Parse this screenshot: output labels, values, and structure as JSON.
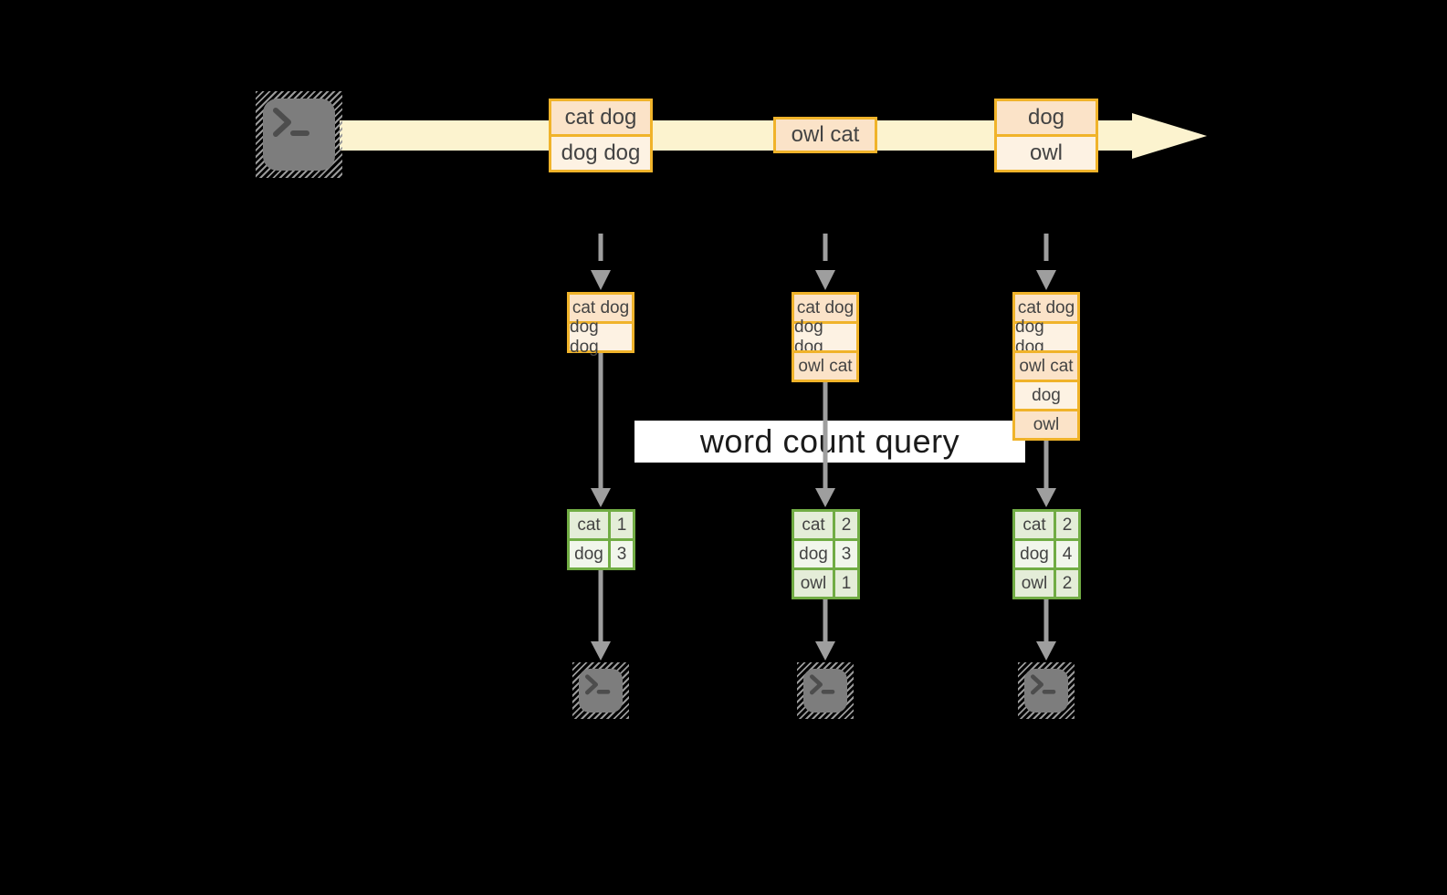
{
  "query": {
    "label": "word count query"
  },
  "colors": {
    "canvas_bg": "#000000",
    "stream_band": "#FCF3CF",
    "box_border": "#F0B32A",
    "cell_peach": "#FBE3C8",
    "cell_cream": "#FDF2E3",
    "table_border": "#71AC44",
    "cell_green": "#E4EDD8",
    "cell_green_light": "#F1F6EB",
    "connector_gray": "#9E9E9E",
    "terminal_gray": "#7D7D7D",
    "query_bg": "#FFFFFF",
    "query_text": "#1A1A1A"
  },
  "stream": {
    "source_icon": "terminal-icon",
    "batches": [
      {
        "cells": [
          "cat dog",
          "dog dog"
        ]
      },
      {
        "cells": [
          "owl cat"
        ]
      },
      {
        "cells": [
          "dog",
          "owl"
        ]
      }
    ]
  },
  "pipelines": [
    {
      "state_cells": [
        "cat dog",
        "dog dog"
      ],
      "counts": [
        {
          "word": "cat",
          "count": "1"
        },
        {
          "word": "dog",
          "count": "3"
        }
      ],
      "sink_icon": "terminal-icon"
    },
    {
      "state_cells": [
        "cat dog",
        "dog dog",
        "owl cat"
      ],
      "counts": [
        {
          "word": "cat",
          "count": "2"
        },
        {
          "word": "dog",
          "count": "3"
        },
        {
          "word": "owl",
          "count": "1"
        }
      ],
      "sink_icon": "terminal-icon"
    },
    {
      "state_cells": [
        "cat dog",
        "dog dog",
        "owl cat",
        "dog",
        "owl"
      ],
      "counts": [
        {
          "word": "cat",
          "count": "2"
        },
        {
          "word": "dog",
          "count": "4"
        },
        {
          "word": "owl",
          "count": "2"
        }
      ],
      "sink_icon": "terminal-icon"
    }
  ]
}
